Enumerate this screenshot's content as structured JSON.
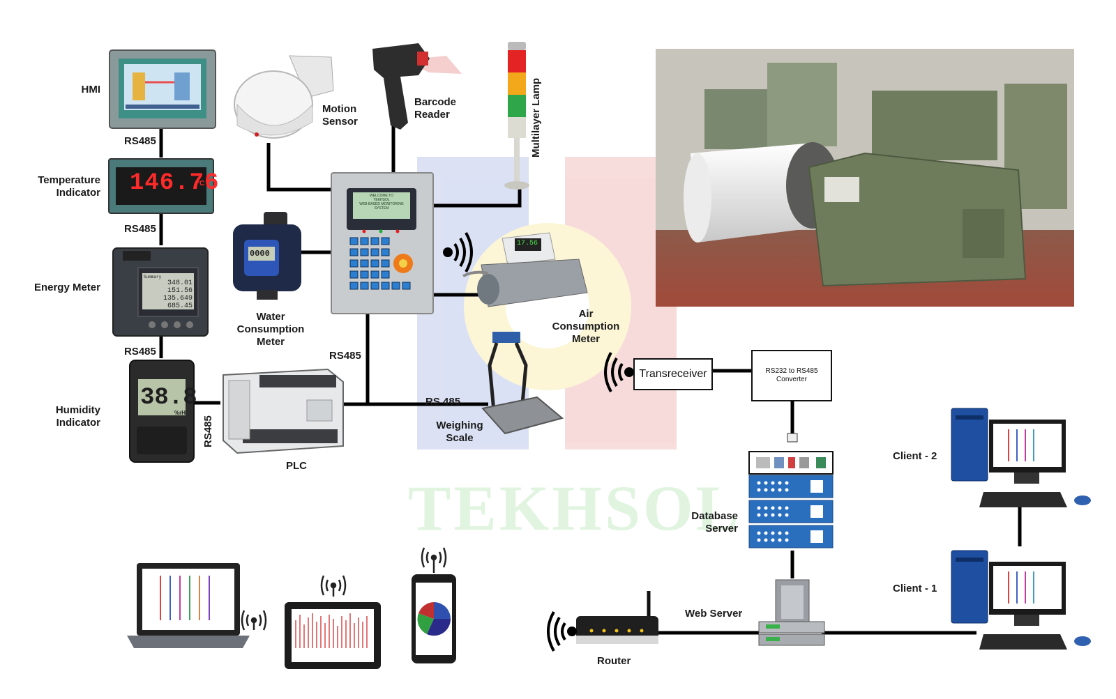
{
  "diagram": {
    "watermark": "TEKHSOL",
    "labels": {
      "hmi": "HMI",
      "temperature_indicator": "Temperature\nIndicator",
      "energy_meter": "Energy Meter",
      "humidity_indicator": "Humidity\nIndicator",
      "motion_sensor": "Motion\nSensor",
      "barcode_reader": "Barcode\nReader",
      "multilayer_lamp": "Multilayer Lamp",
      "water_meter": "Water\nConsumption\nMeter",
      "air_meter": "Air\nConsumption\nMeter",
      "weighing_scale": "Weighing\nScale",
      "plc": "PLC",
      "rs485_1": "RS485",
      "rs485_2": "RS485",
      "rs485_3": "RS485",
      "rs485_plc": "RS485",
      "rs485_main": "RS485",
      "rs485_scale": "RS 485",
      "transreceiver": "Transreceiver",
      "converter": "RS232 to RS485\nConverter",
      "database_server": "Database\nServer",
      "web_server": "Web Server",
      "router": "Router",
      "client_2": "Client - 2",
      "client_1": "Client - 1"
    },
    "device_readouts": {
      "temperature": "146.76",
      "temperature_unit": "°C",
      "humidity": "38.8",
      "humidity_unit": "%rH",
      "energy_values": [
        "348.01",
        "151.56",
        "135.649",
        "685.45"
      ],
      "energy_title": "Summary",
      "hmi_screen": "WELCOME TO\nTEKHSOL\nWEB BASED MONITORING\nSYSTEM",
      "water_display": "0000",
      "air_display": "17.56"
    },
    "colors": {
      "line": "#000000",
      "server_blue": "#2a6fbe",
      "hmi_green": "#4a9a8a",
      "led_red": "#ff2020",
      "machine_green": "#6e7c5c"
    }
  }
}
